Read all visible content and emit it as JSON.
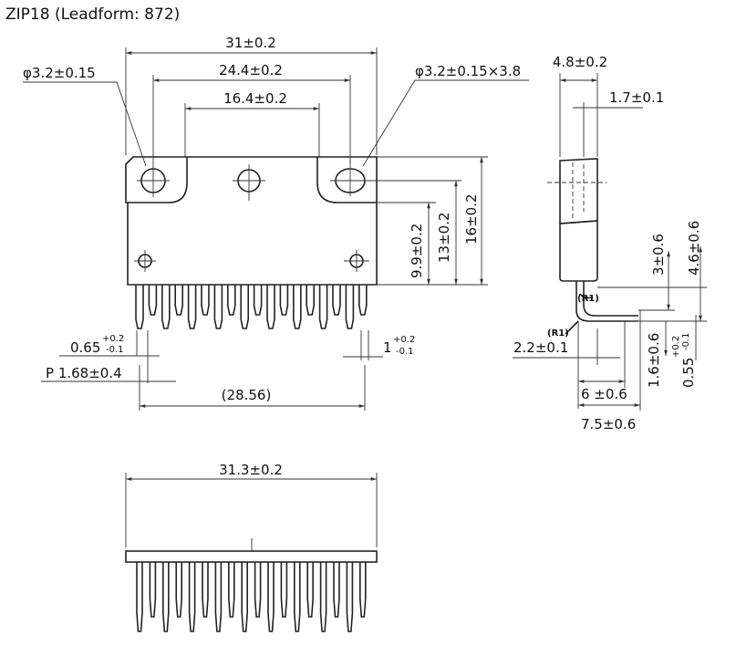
{
  "title": "ZIP18 (Leadform: 872)",
  "top_view": {
    "width_overall": "31±0.2",
    "hole_spacing": "24.4±0.2",
    "inner_spacing": "16.4±0.2",
    "hole_left": "φ3.2±0.15",
    "hole_right": "φ3.2±0.15×3.8",
    "height_body": "9.9±0.2",
    "height_hole": "13±0.2",
    "height_total": "16±0.2",
    "lead_width": "0.65",
    "lead_width_plus": "+0.2",
    "lead_width_minus": "-0.1",
    "pitch": "P 1.68±0.4",
    "lead_span": "(28.56)",
    "lead_end": "1",
    "lead_end_plus": "+0.2",
    "lead_end_minus": "-0.1"
  },
  "side_view": {
    "thickness": "4.8±0.2",
    "tab_thickness": "1.7±0.1",
    "bend_radius_inner": "(R1)",
    "bend_radius_outer": "(R1)",
    "offset": "2.2±0.1",
    "height_a": "3±0.6",
    "height_b": "4.6±0.6",
    "height_c": "1.6±0.6",
    "lead_thickness": "0.55",
    "lead_thickness_plus": "+0.2",
    "lead_thickness_minus": "-0.1",
    "length_a": "6 ±0.6",
    "length_b": "7.5±0.6"
  },
  "bottom_view": {
    "width": "31.3±0.2"
  }
}
